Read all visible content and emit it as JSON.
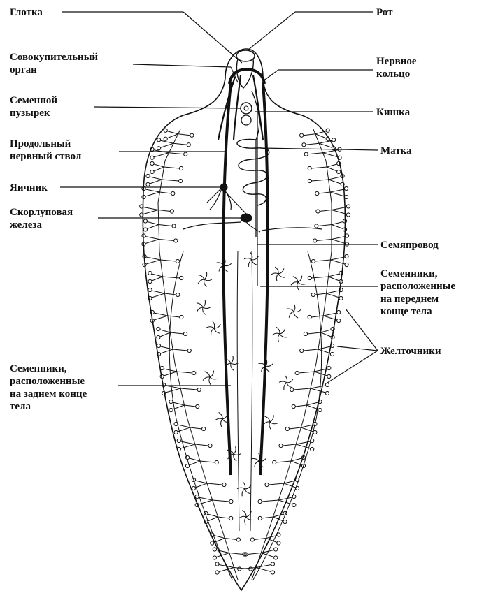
{
  "labels": {
    "pharynx": "Глотка",
    "mouth": "Рот",
    "copulatory_organ": [
      "Совокупительный",
      "орган"
    ],
    "nerve_ring": [
      "Нервное",
      "кольцо"
    ],
    "seminal_vesicle": [
      "Семенной",
      "пузырек"
    ],
    "intestine": "Кишка",
    "longitudinal_nerve_trunk": [
      "Продольный",
      "нервный ствол"
    ],
    "uterus": "Матка",
    "ovary": "Яичник",
    "shell_gland": [
      "Скорлуповая",
      "железа"
    ],
    "vas_deferens": "Семяпровод",
    "anterior_testes": [
      "Семенники,",
      "расположенные",
      "на переднем",
      "конце тела"
    ],
    "vitellaria": "Желточники",
    "posterior_testes": [
      "Семенники,",
      "расположенные",
      "на заднем конце",
      "тела"
    ]
  },
  "colors": {
    "ink": "#111111",
    "background": "#ffffff"
  }
}
